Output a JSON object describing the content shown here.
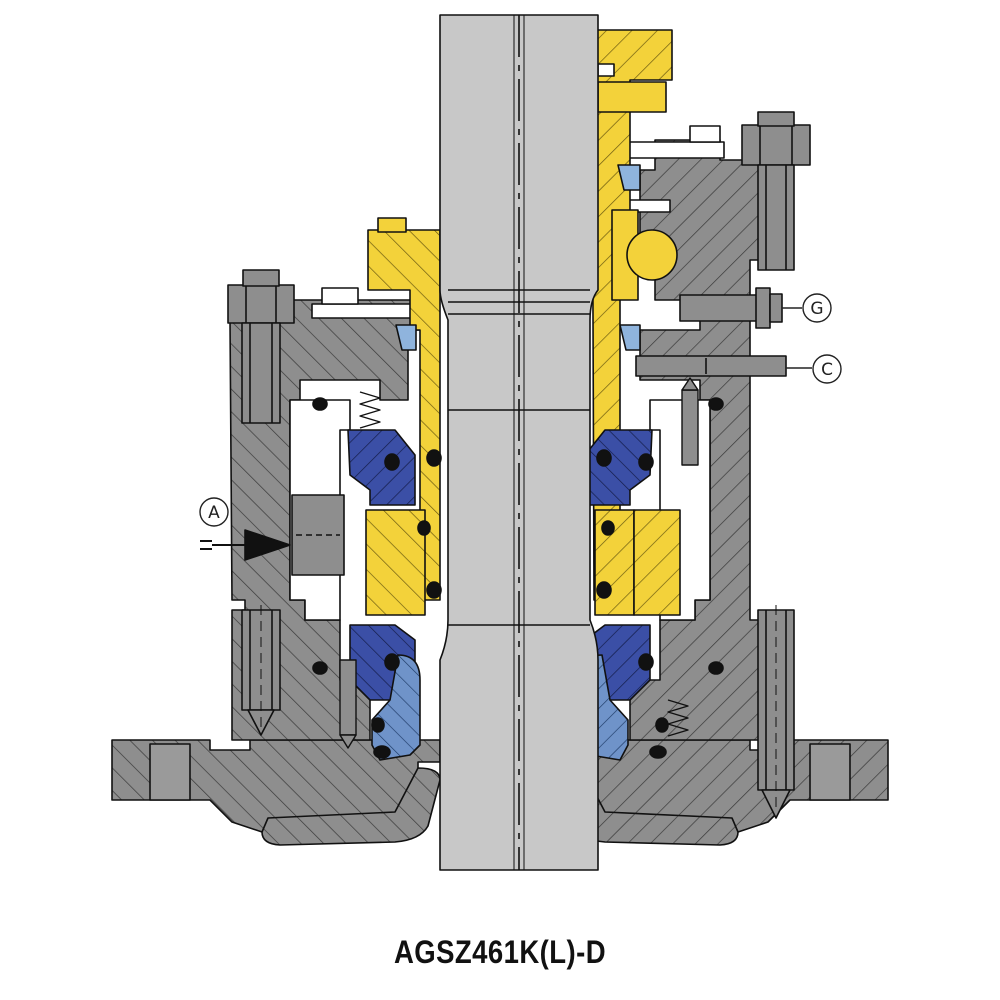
{
  "caption": "AGSZ461K(L)-D",
  "ports": {
    "a": "A",
    "g": "G",
    "c": "C"
  },
  "colors": {
    "shaft": "#c8c8c8",
    "housing": "#8e8e8e",
    "gland_yellow": "#f3d23a",
    "seal_blue": "#3b4fa6",
    "seat_blue": "#6f93c9",
    "outline": "#111111",
    "light_blue": "#8fb4dd"
  }
}
